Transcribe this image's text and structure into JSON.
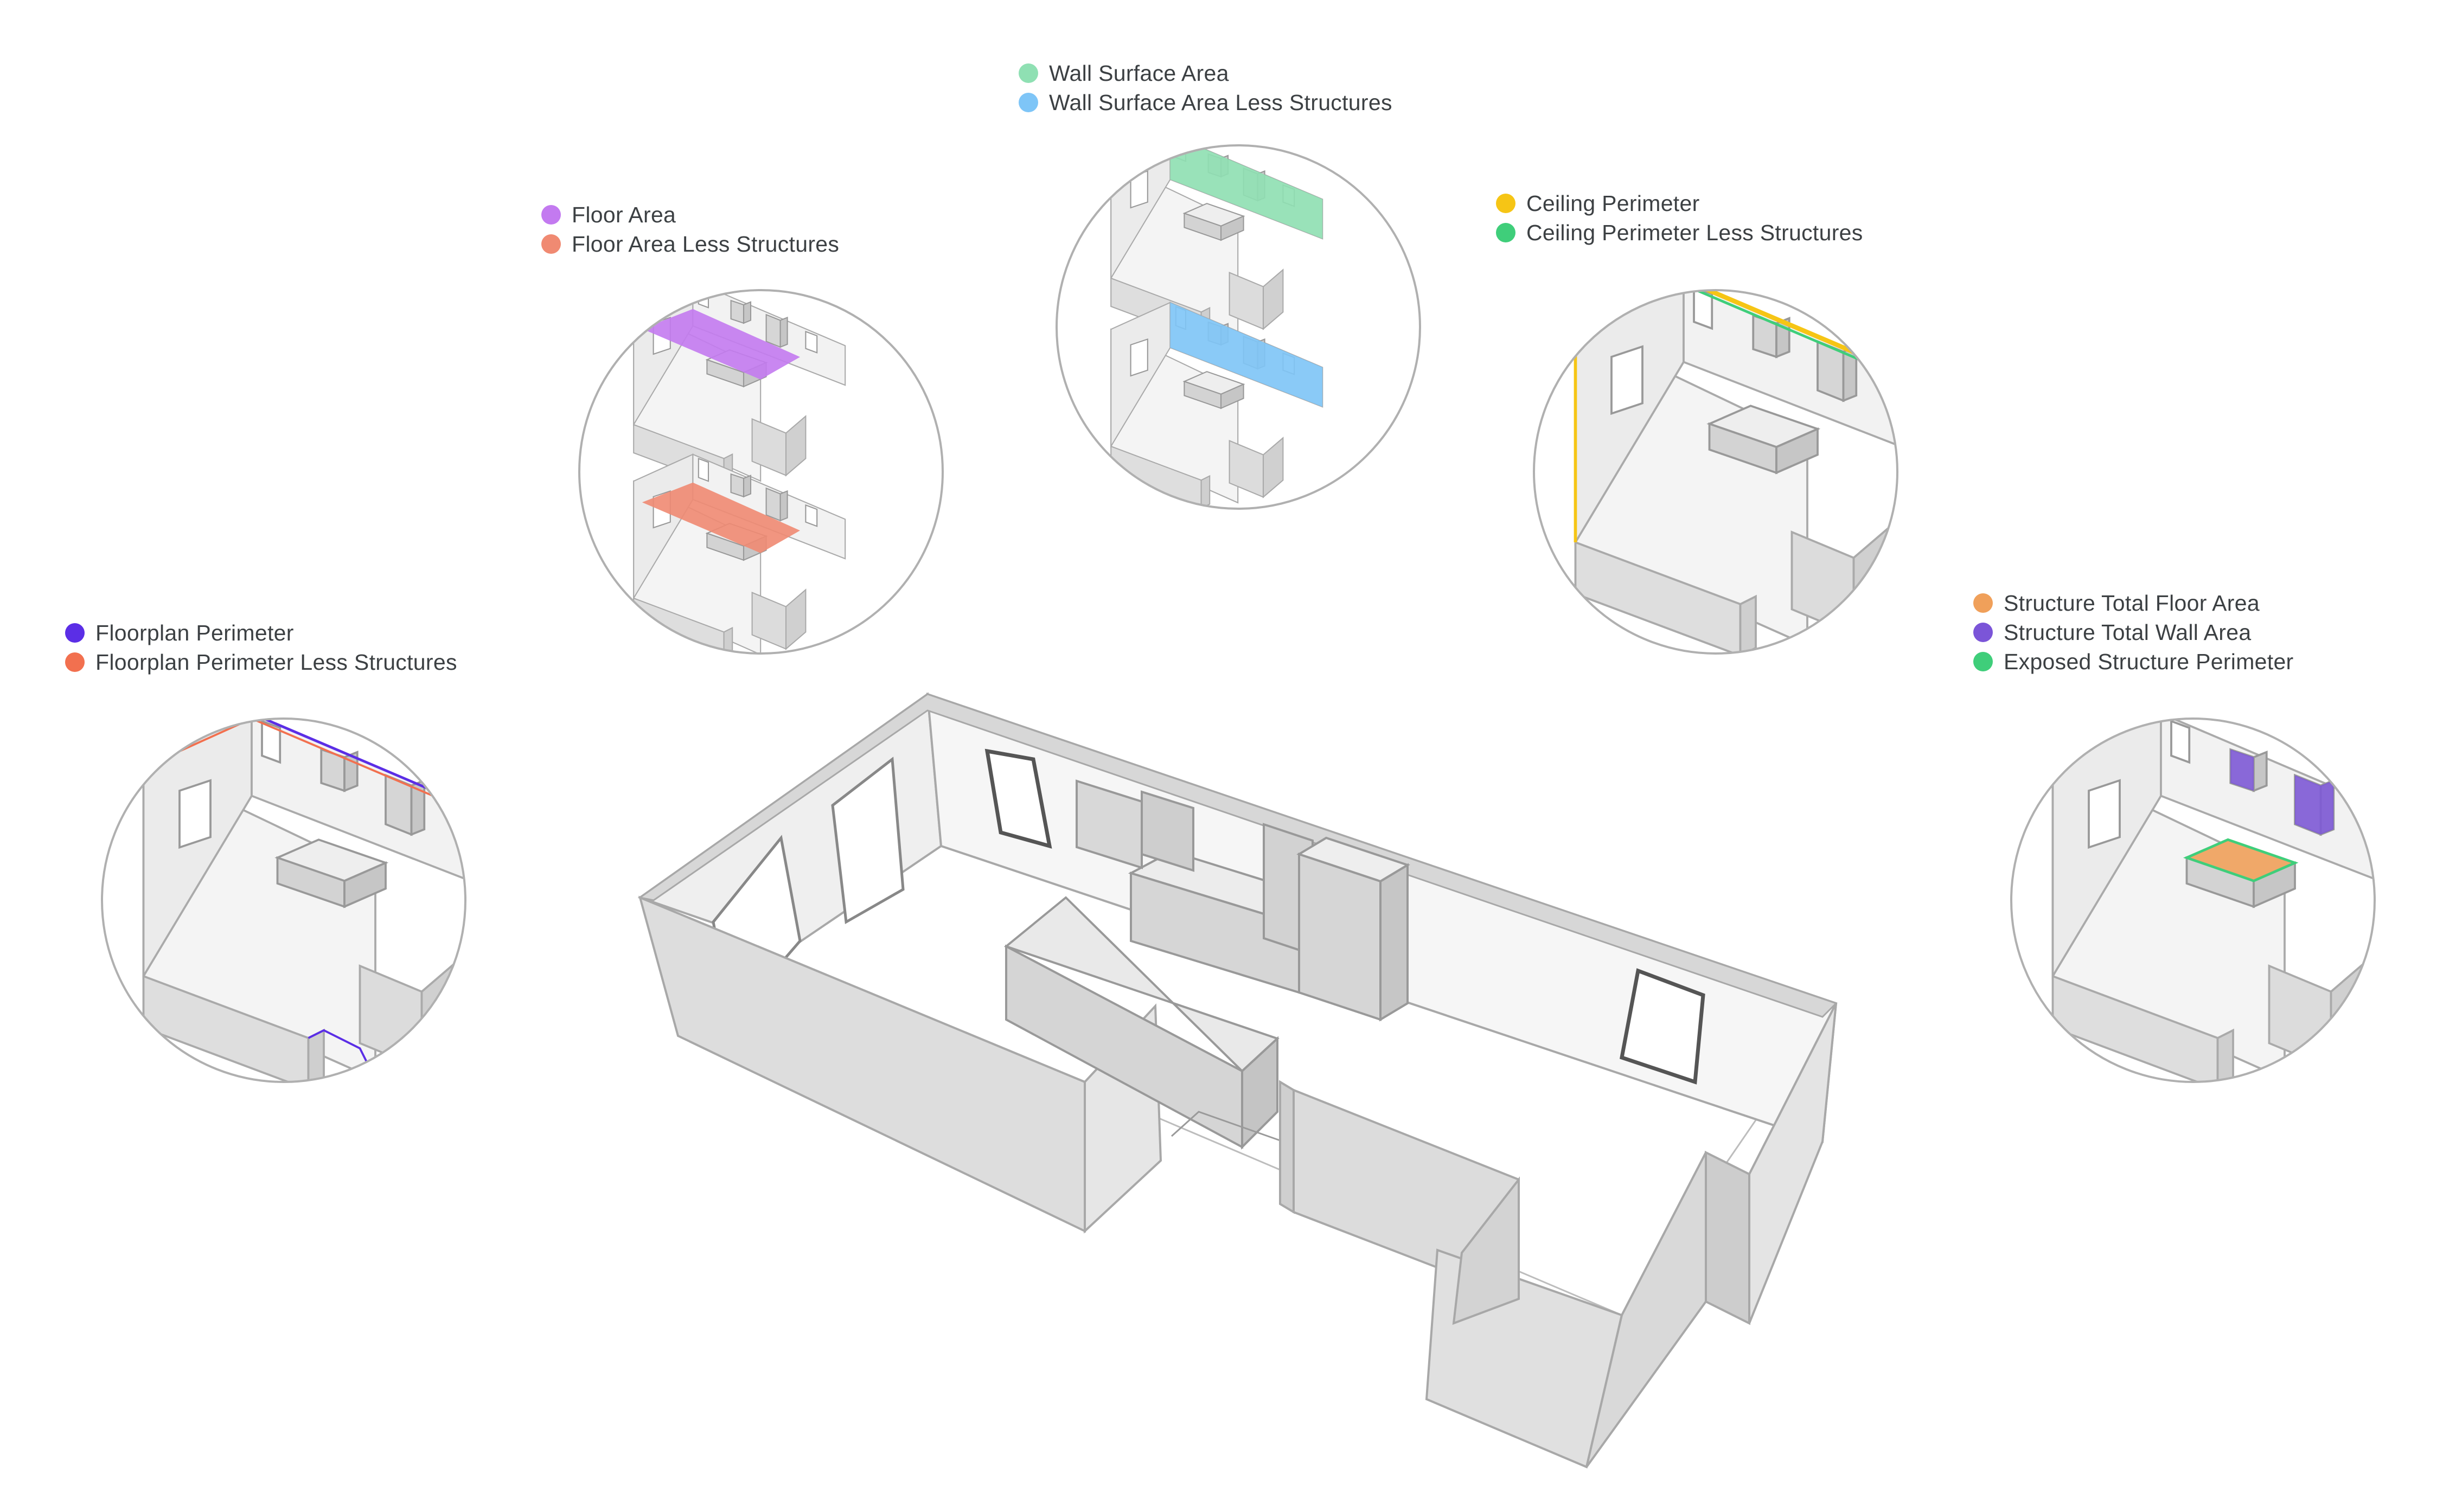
{
  "colors": {
    "floorplan_perimeter": "#5b2ee6",
    "floorplan_perimeter_less": "#f2704f",
    "floor_area": "#c37af0",
    "floor_area_less": "#f08a72",
    "wall_area": "#8fe0b3",
    "wall_area_less": "#7ec5f7",
    "ceiling_perimeter": "#f6c515",
    "ceiling_perimeter_less": "#3fce7a",
    "structure_floor": "#f0a05a",
    "structure_wall": "#7b55d8",
    "structure_perimeter": "#3fce7a",
    "room_face": "#e2e2e2",
    "room_edge": "#a8a8a8",
    "circle_border": "#b0b0b0"
  },
  "legends": {
    "floorplan": {
      "items": [
        {
          "label": "Floorplan Perimeter",
          "color": "#5b2ee6"
        },
        {
          "label": "Floorplan Perimeter Less Structures",
          "color": "#f2704f"
        }
      ]
    },
    "floor": {
      "items": [
        {
          "label": "Floor Area",
          "color": "#c37af0"
        },
        {
          "label": "Floor Area Less Structures",
          "color": "#f08a72"
        }
      ]
    },
    "wall": {
      "items": [
        {
          "label": "Wall Surface Area",
          "color": "#8fe0b3"
        },
        {
          "label": "Wall Surface Area Less Structures",
          "color": "#7ec5f7"
        }
      ]
    },
    "ceiling": {
      "items": [
        {
          "label": "Ceiling Perimeter",
          "color": "#f6c515"
        },
        {
          "label": "Ceiling Perimeter Less Structures",
          "color": "#3fce7a"
        }
      ]
    },
    "structure": {
      "items": [
        {
          "label": "Structure Total Floor Area",
          "color": "#f0a05a"
        },
        {
          "label": "Structure Total Wall Area",
          "color": "#7b55d8"
        },
        {
          "label": "Exposed Structure Perimeter",
          "color": "#3fce7a"
        }
      ]
    }
  }
}
